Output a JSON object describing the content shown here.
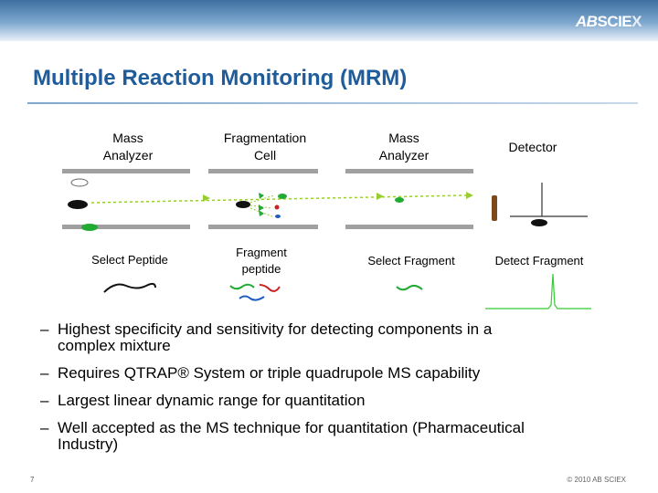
{
  "header": {
    "logo": {
      "ab": "AB",
      "sciex": "SCIE",
      "x": "X"
    }
  },
  "title": "Multiple Reaction Monitoring (MRM)",
  "diagram": {
    "columns": [
      {
        "label": [
          "Mass",
          "Analyzer"
        ],
        "caption": [
          "Select Peptide"
        ]
      },
      {
        "label": [
          "Fragmentation",
          "Cell"
        ],
        "caption": [
          "Fragment",
          "peptide"
        ]
      },
      {
        "label": [
          "Mass",
          "Analyzer"
        ],
        "caption": [
          "Select Fragment"
        ]
      },
      {
        "label": [
          "Detector"
        ],
        "caption": [
          "Detect Fragment"
        ]
      }
    ],
    "colors": {
      "dark": "#111111",
      "green": "#22aa33",
      "red": "#cc2222",
      "blue": "#1f5cbf",
      "rail": "#a0a0a0",
      "dotted": "#9acd32",
      "detector_plate": "#7a4a1a"
    }
  },
  "bullets": [
    {
      "lines": [
        "Highest specificity and sensitivity for detecting components in a",
        "complex mixture"
      ]
    },
    {
      "lines": [
        "Requires QTRAP® System or triple quadrupole MS capability"
      ]
    },
    {
      "lines": [
        "Largest linear dynamic range for quantitation"
      ]
    },
    {
      "lines": [
        "Well accepted as the MS technique for quantitation (Pharmaceutical",
        "Industry)"
      ]
    }
  ],
  "bullet_marker": "–",
  "footer": {
    "page": "7",
    "copyright": "© 2010 AB SCIEX"
  }
}
